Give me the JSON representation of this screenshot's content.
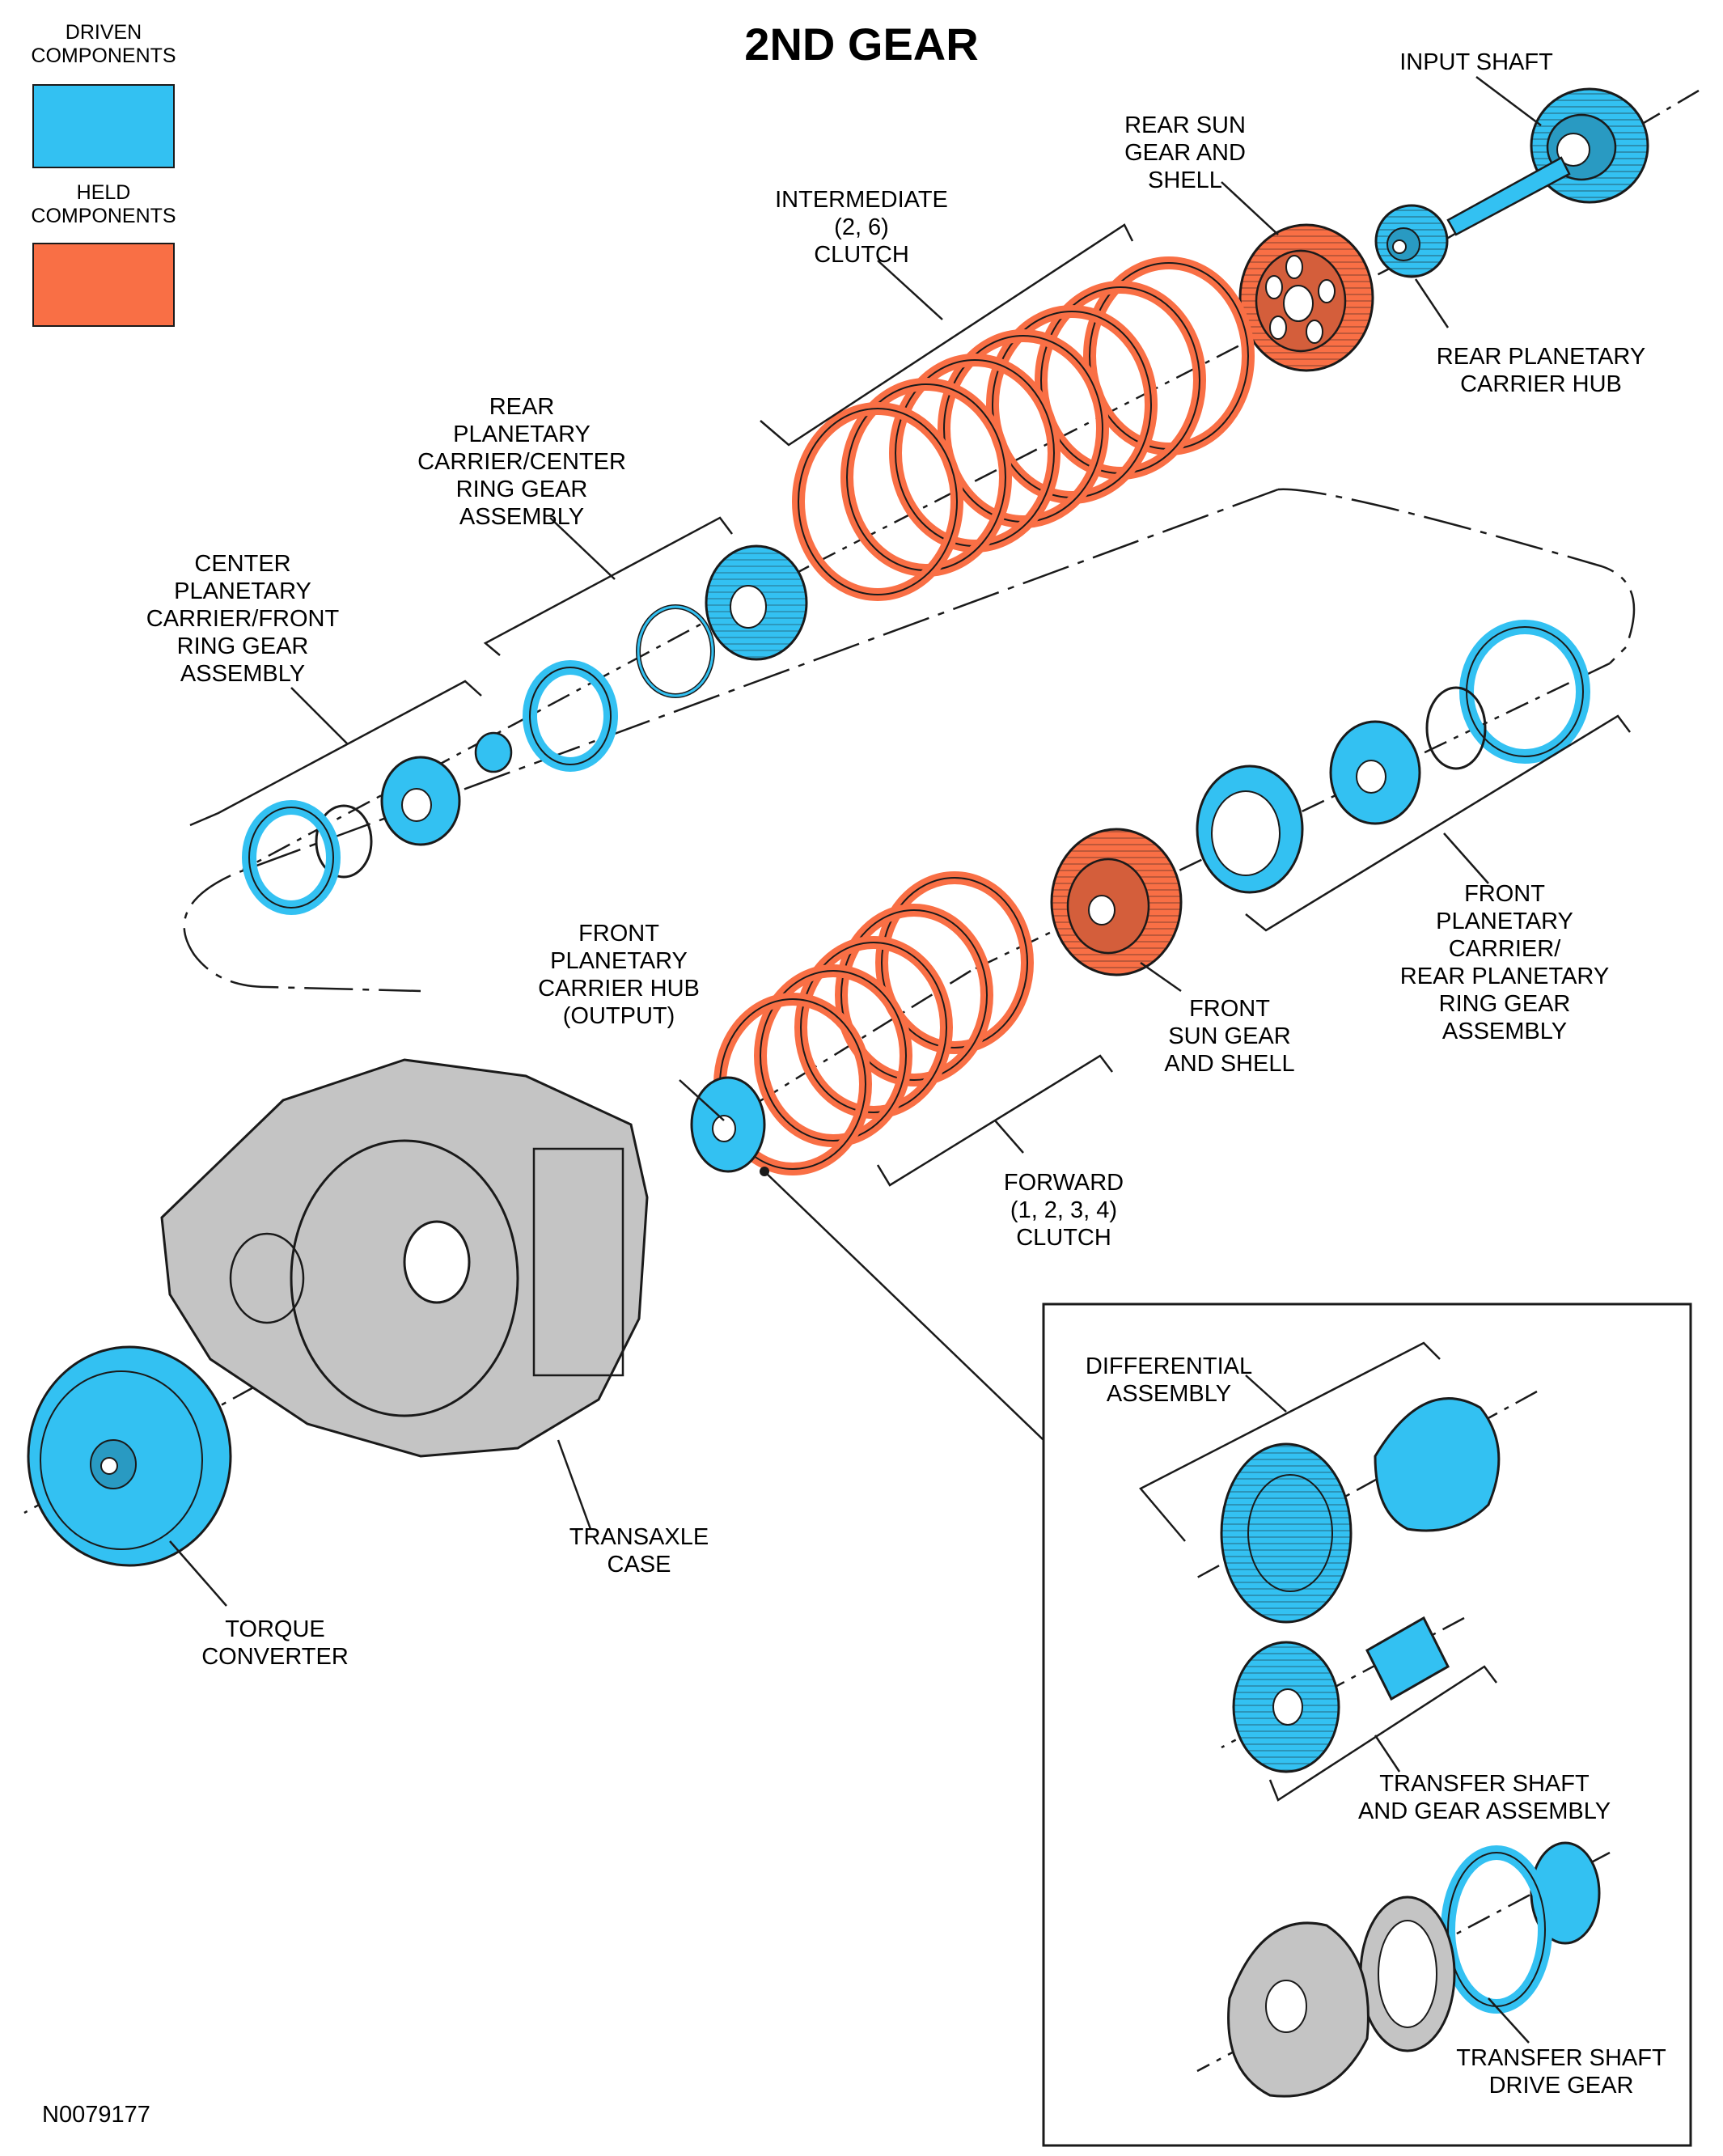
{
  "title": "2ND GEAR",
  "figure_id": "N0079177",
  "legend": {
    "driven": {
      "label": "DRIVEN\nCOMPONENTS",
      "color": "#33c1f2"
    },
    "held": {
      "label": "HELD\nCOMPONENTS",
      "color": "#f96f45"
    }
  },
  "colors": {
    "line": "#1a1a1a",
    "case": "#c4c4c4"
  },
  "labels": {
    "input_shaft": "INPUT SHAFT",
    "rear_sun_gear": "REAR SUN\nGEAR AND\nSHELL",
    "intermediate_clutch": "INTERMEDIATE\n(2, 6)\nCLUTCH",
    "rear_planetary_carrier_hub": "REAR PLANETARY\nCARRIER HUB",
    "rear_planetary_carrier_center_ring": "REAR\nPLANETARY\nCARRIER/CENTER\nRING GEAR\nASSEMBLY",
    "center_planetary_carrier": "CENTER\nPLANETARY\nCARRIER/FRONT\nRING GEAR\nASSEMBLY",
    "front_planetary_carrier_hub": "FRONT\nPLANETARY\nCARRIER HUB\n(OUTPUT)",
    "front_sun_gear": "FRONT\nSUN GEAR\nAND SHELL",
    "front_planetary_carrier_rear_ring": "FRONT\nPLANETARY\nCARRIER/\nREAR PLANETARY\nRING GEAR\nASSEMBLY",
    "forward_clutch": "FORWARD\n(1, 2, 3, 4)\nCLUTCH",
    "transaxle_case": "TRANSAXLE\nCASE",
    "torque_converter": "TORQUE\nCONVERTER",
    "differential_assembly": "DIFFERENTIAL\nASSEMBLY",
    "transfer_shaft_gear": "TRANSFER SHAFT\nAND GEAR ASSEMBLY",
    "transfer_shaft_drive_gear": "TRANSFER SHAFT\nDRIVE GEAR"
  }
}
